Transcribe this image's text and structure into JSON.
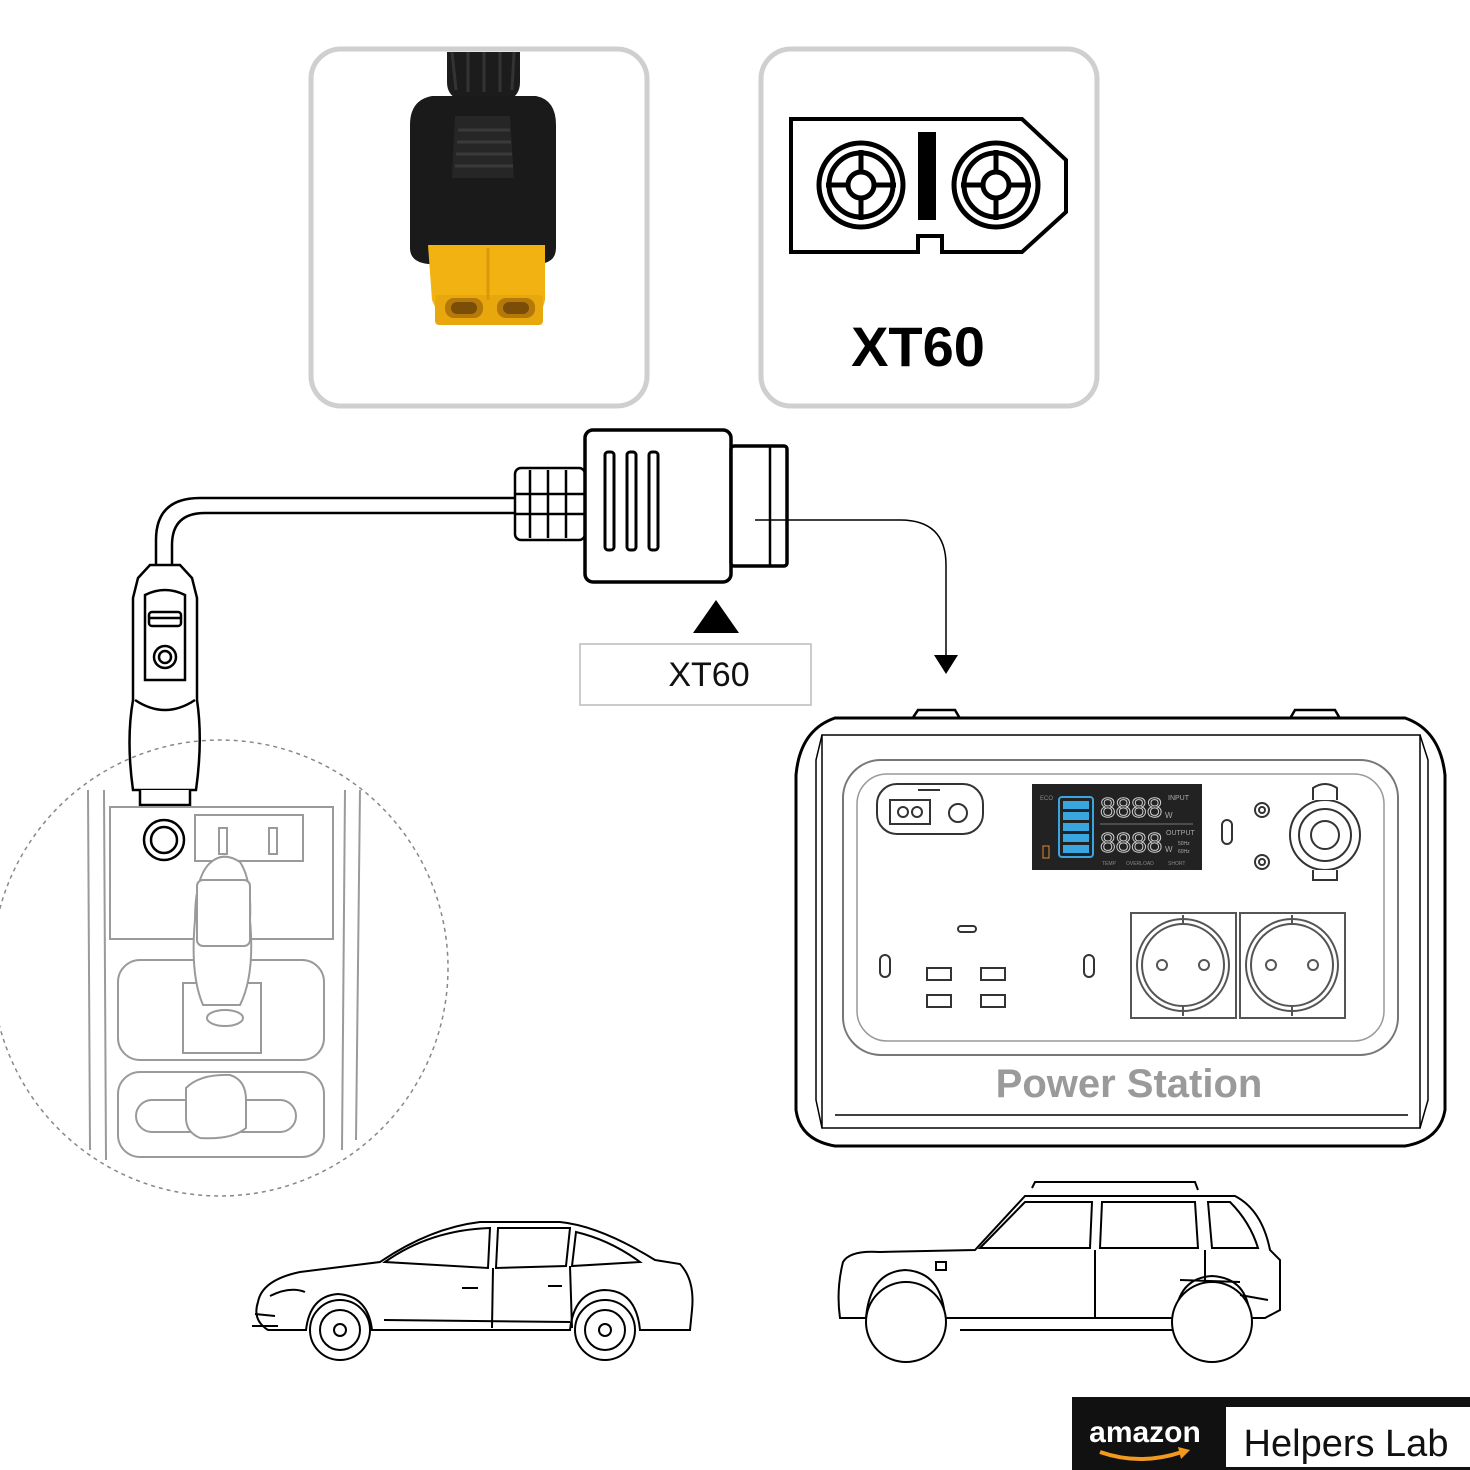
{
  "panel_label": "XT60",
  "callout_label": "XT60",
  "power_station": {
    "title": "Power Station",
    "display": {
      "input_digits": "8888",
      "output_digits": "8888",
      "input_label": "INPUT",
      "output_label": "OUTPUT",
      "unit_w": "W",
      "freq_top": "50Hz",
      "freq_bottom": "60Hz",
      "status_temp": "TEMP",
      "status_overload": "OVERLOAD",
      "status_short": "SHORT",
      "eco": "ECO"
    }
  },
  "badge": {
    "brand": "amazon",
    "name": "Helpers Lab"
  },
  "colors": {
    "xt60_yellow": "#f2b211",
    "cable_black": "#1e1e1e",
    "panel_border": "#cfcfcf",
    "lcd_bg": "#222222",
    "lcd_bar": "#3aa6e0"
  }
}
